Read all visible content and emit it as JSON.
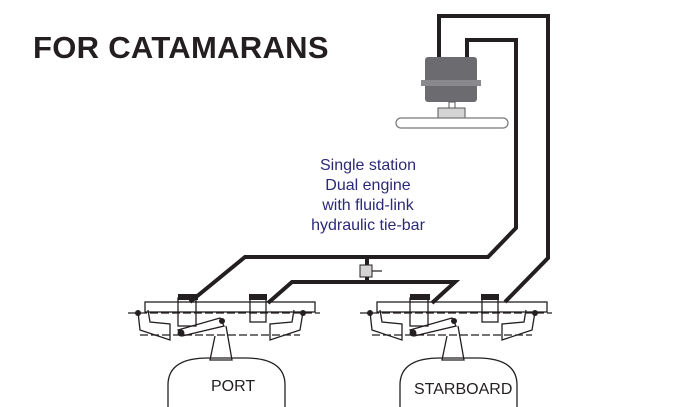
{
  "title": "FOR CATAMARANS",
  "caption": [
    "Single station",
    "Dual engine",
    "with fluid-link",
    "hydraulic tie-bar"
  ],
  "labels": {
    "port": "PORT",
    "starboard": "STARBOARD"
  },
  "colors": {
    "line": "#231f20",
    "caption": "#2b2a78",
    "pump": "#6b6b70",
    "pump_band": "#8a8a8e",
    "valve": "#d4d4d4"
  }
}
